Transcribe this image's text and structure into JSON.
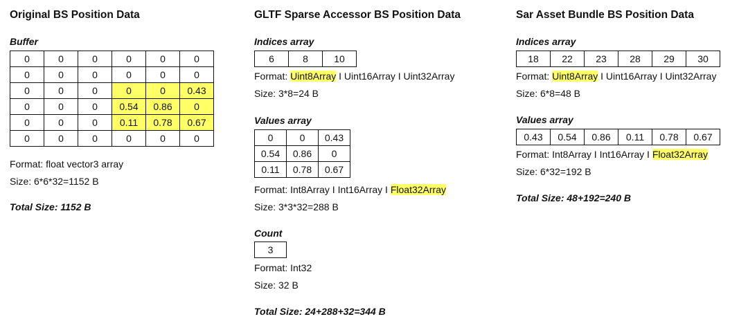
{
  "original": {
    "title": "Original BS Position Data",
    "buffer_label": "Buffer",
    "buffer_rows": [
      [
        "0",
        "0",
        "0",
        "0",
        "0",
        "0"
      ],
      [
        "0",
        "0",
        "0",
        "0",
        "0",
        "0"
      ],
      [
        "0",
        "0",
        "0",
        "0",
        "0",
        "0.43"
      ],
      [
        "0",
        "0",
        "0",
        "0.54",
        "0.86",
        "0"
      ],
      [
        "0",
        "0",
        "0",
        "0.11",
        "0.78",
        "0.67"
      ],
      [
        "0",
        "0",
        "0",
        "0",
        "0",
        "0"
      ]
    ],
    "highlight_color": "#ffff66",
    "format": "Format: float vector3 array",
    "size": "Size: 6*6*32=1152 B",
    "total": "Total Size: 1152 B"
  },
  "gltf": {
    "title": "GLTF Sparse Accessor BS Position Data",
    "indices_label": "Indices array",
    "indices": [
      "6",
      "8",
      "10"
    ],
    "indices_format_prefix": "Format: ",
    "indices_format_highlight": "Uint8Array",
    "indices_format_suffix": " I Uint16Array I Uint32Array",
    "indices_size": "Size: 3*8=24 B",
    "values_label": "Values array",
    "values_rows": [
      [
        "0",
        "0",
        "0.43"
      ],
      [
        "0.54",
        "0.86",
        "0"
      ],
      [
        "0.11",
        "0.78",
        "0.67"
      ]
    ],
    "values_format_prefix": "Format: Int8Array I Int16Array I ",
    "values_format_highlight": "Float32Array",
    "values_size": "Size: 3*3*32=288 B",
    "count_label": "Count",
    "count": "3",
    "count_format": "Format: Int32",
    "count_size": "Size: 32 B",
    "total": "Total Size: 24+288+32=344 B"
  },
  "sar": {
    "title": "Sar Asset Bundle BS Position Data",
    "indices_label": "Indices array",
    "indices": [
      "18",
      "22",
      "23",
      "28",
      "29",
      "30"
    ],
    "indices_format_prefix": "Format: ",
    "indices_format_highlight": "Uint8Array",
    "indices_format_suffix": " I Uint16Array I Uint32Array",
    "indices_size": "Size: 6*8=48 B",
    "values_label": "Values array",
    "values": [
      "0.43",
      "0.54",
      "0.86",
      "0.11",
      "0.78",
      "0.67"
    ],
    "values_format_prefix": "Format: Int8Array I Int16Array I ",
    "values_format_highlight": "Float32Array",
    "values_size": "Size: 6*32=192 B",
    "total": "Total Size: 48+192=240 B"
  }
}
